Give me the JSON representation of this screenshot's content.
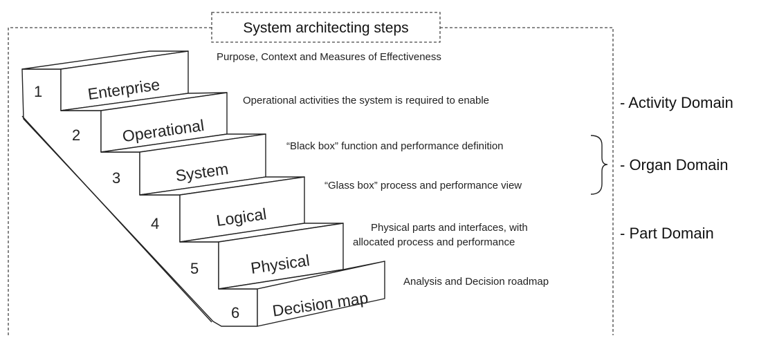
{
  "title": "System architecting steps",
  "steps": [
    {
      "number": "1",
      "label": "Enterprise",
      "description": [
        "Purpose, Context and Measures of Effectiveness"
      ]
    },
    {
      "number": "2",
      "label": "Operational",
      "description": [
        "Operational activities the system is required to enable"
      ]
    },
    {
      "number": "3",
      "label": "System",
      "description": [
        "“Black box” function and performance definition"
      ]
    },
    {
      "number": "4",
      "label": "Logical",
      "description": [
        "“Glass box” process and performance  view"
      ]
    },
    {
      "number": "5",
      "label": "Physical",
      "description": [
        "Physical parts and interfaces, with",
        "allocated process and performance"
      ]
    },
    {
      "number": "6",
      "label": "Decision map",
      "description": [
        "Analysis and Decision roadmap"
      ]
    }
  ],
  "domains": {
    "activity": "- Activity Domain",
    "organ": "- Organ Domain",
    "part": "- Part Domain"
  }
}
